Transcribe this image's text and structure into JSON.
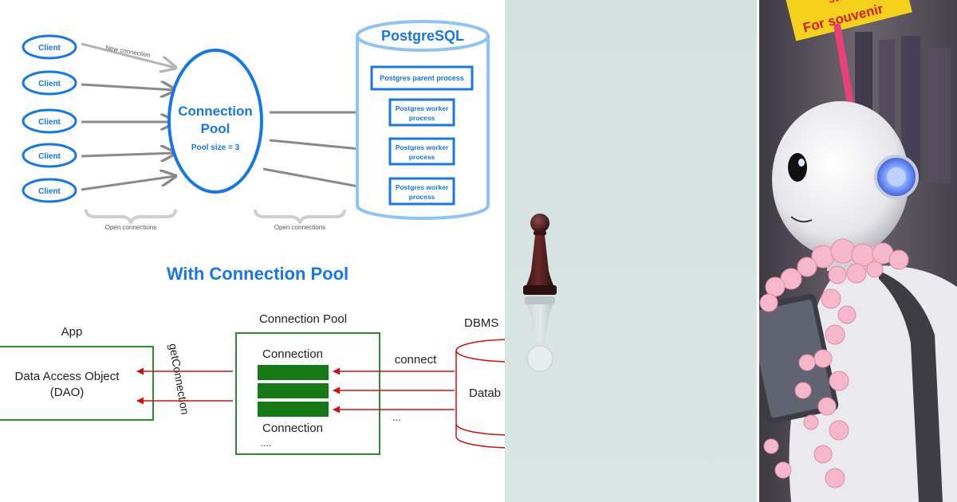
{
  "top_diagram": {
    "clients": [
      "Client",
      "Client",
      "Client",
      "Client",
      "Client"
    ],
    "new_connection_label": "New connection",
    "pool_title_line1": "Connection",
    "pool_title_line2": "Pool",
    "pool_size": "Pool size = 3",
    "db_title": "PostgreSQL",
    "parent_process": "Postgres parent process",
    "workers": [
      {
        "line1": "Postgres worker",
        "line2": "process"
      },
      {
        "line1": "Postgres worker",
        "line2": "process"
      },
      {
        "line1": "Postgres worker",
        "line2": "process"
      }
    ],
    "open_connections_left": "Open connections",
    "open_connections_right": "Open connections"
  },
  "heading": "With Connection Pool",
  "bottom_diagram": {
    "app_label": "App",
    "dao_line1": "Data Access Object",
    "dao_line2": "(DAO)",
    "get_connection": "getConnection",
    "pool_label": "Connection Pool",
    "conn_top": "Connection",
    "conn_bottom": "Connection",
    "conn_ellipsis": "....",
    "connect_label": "connect",
    "ellipsis": "...",
    "dbms_label": "DBMS",
    "db_label": "Datab"
  },
  "photo_right": {
    "sign_line1": "stock",
    "sign_line2": "For souvenir"
  },
  "colors": {
    "primary_blue": "#1677e6",
    "light_blue": "#8ec3f5",
    "arrow_gray": "#8a8a8a",
    "green": "#157a15",
    "red": "#d01010"
  }
}
